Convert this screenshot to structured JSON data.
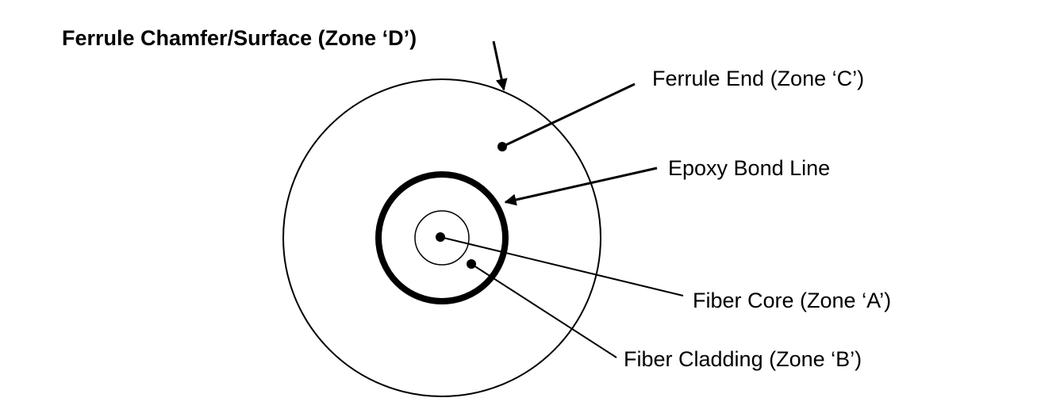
{
  "diagram": {
    "labels": {
      "zone_d": "Ferrule Chamfer/Surface (Zone ‘D’)",
      "zone_c": "Ferrule End (Zone ‘C’)",
      "epoxy": "Epoxy Bond Line",
      "zone_a": "Fiber Core (Zone ‘A’)",
      "zone_b": "Fiber Cladding (Zone ‘B’)"
    },
    "colors": {
      "stroke": "#000000",
      "background": "#ffffff"
    }
  }
}
